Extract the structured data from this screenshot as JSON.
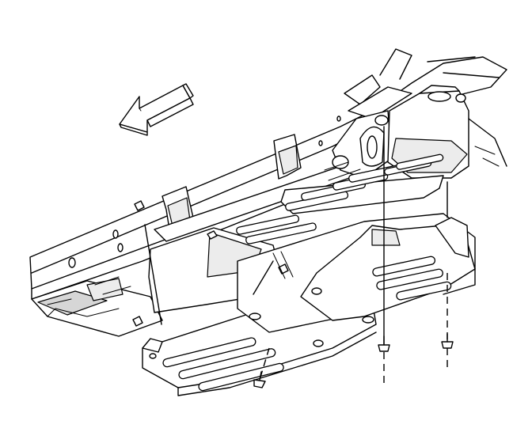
{
  "diagram": {
    "colors": {
      "line": "#000000",
      "fill": "#ffffff",
      "shade_light": "#ececec",
      "shade_dark": "#d6d6d6"
    },
    "parts": [
      {
        "name": "direction-arrow",
        "icon": "arrow-left-icon"
      },
      {
        "name": "frame-rail"
      },
      {
        "name": "frame-crossmember"
      },
      {
        "name": "fuel-tank"
      },
      {
        "name": "skid-plate-front"
      },
      {
        "name": "skid-plate-rear"
      },
      {
        "name": "fastener-bolt"
      }
    ],
    "fasteners": 3
  }
}
